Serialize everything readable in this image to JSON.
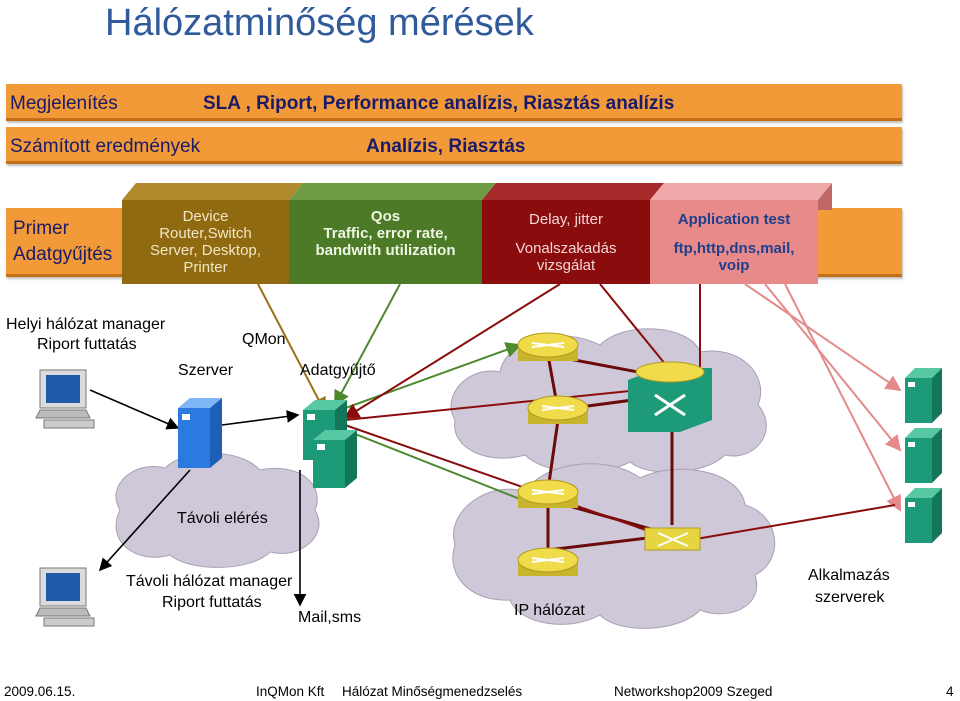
{
  "title": "Hálózatminőség mérések",
  "layers": {
    "display_label": "Megjelenítés",
    "display_content": "SLA , Riport, Performance analízis, Riasztás analízis",
    "computed_label": "Számított eredmények",
    "computed_content": "Analízis,  Riasztás",
    "primary_label_1": "Primer",
    "primary_label_2": "Adatgyűjtés"
  },
  "boxes": {
    "device": [
      "Device",
      "Router,Switch",
      "Server, Desktop,",
      "Printer"
    ],
    "qos": [
      "Qos",
      "Traffic, error rate,",
      "bandwith utilization"
    ],
    "delay": [
      "Delay, jitter",
      "",
      "Vonalszakadás",
      "vizsgálat"
    ],
    "app": [
      "Application test",
      "",
      "ftp,http,dns,mail,",
      "voip"
    ]
  },
  "labels": {
    "local_manager_1": "Helyi hálózat manager",
    "local_manager_2": "Riport  futtatás",
    "qmon": "QMon",
    "server": "Szerver",
    "collector": "Adatgyűjtő",
    "remote_access": "Távoli elérés",
    "remote_manager_1": "Távoli hálózat manager",
    "remote_manager_2": "Riport futtatás",
    "mail_sms": "Mail,sms",
    "ip_network": "IP hálózat",
    "app_servers_1": "Alkalmazás",
    "app_servers_2": "szerverek"
  },
  "footer": {
    "date": "2009.06.15.",
    "company": "InQMon Kft",
    "topic": "Hálózat Minőségmenedzselés",
    "event": "Networkshop2009  Szeged",
    "page": "4"
  },
  "colors": {
    "title": "#2f5b9b",
    "band": "#f29a37",
    "band_text": "#1a1a6b",
    "device_box": "#8f6a10",
    "qos_box": "#4d7a26",
    "delay_box": "#8a0c0c",
    "app_box": "#e88a8a",
    "server_blue": "#2a7ae0",
    "server_green": "#1d9a77",
    "cloud": "#cfc8d9",
    "router": "#f0dc4a"
  }
}
